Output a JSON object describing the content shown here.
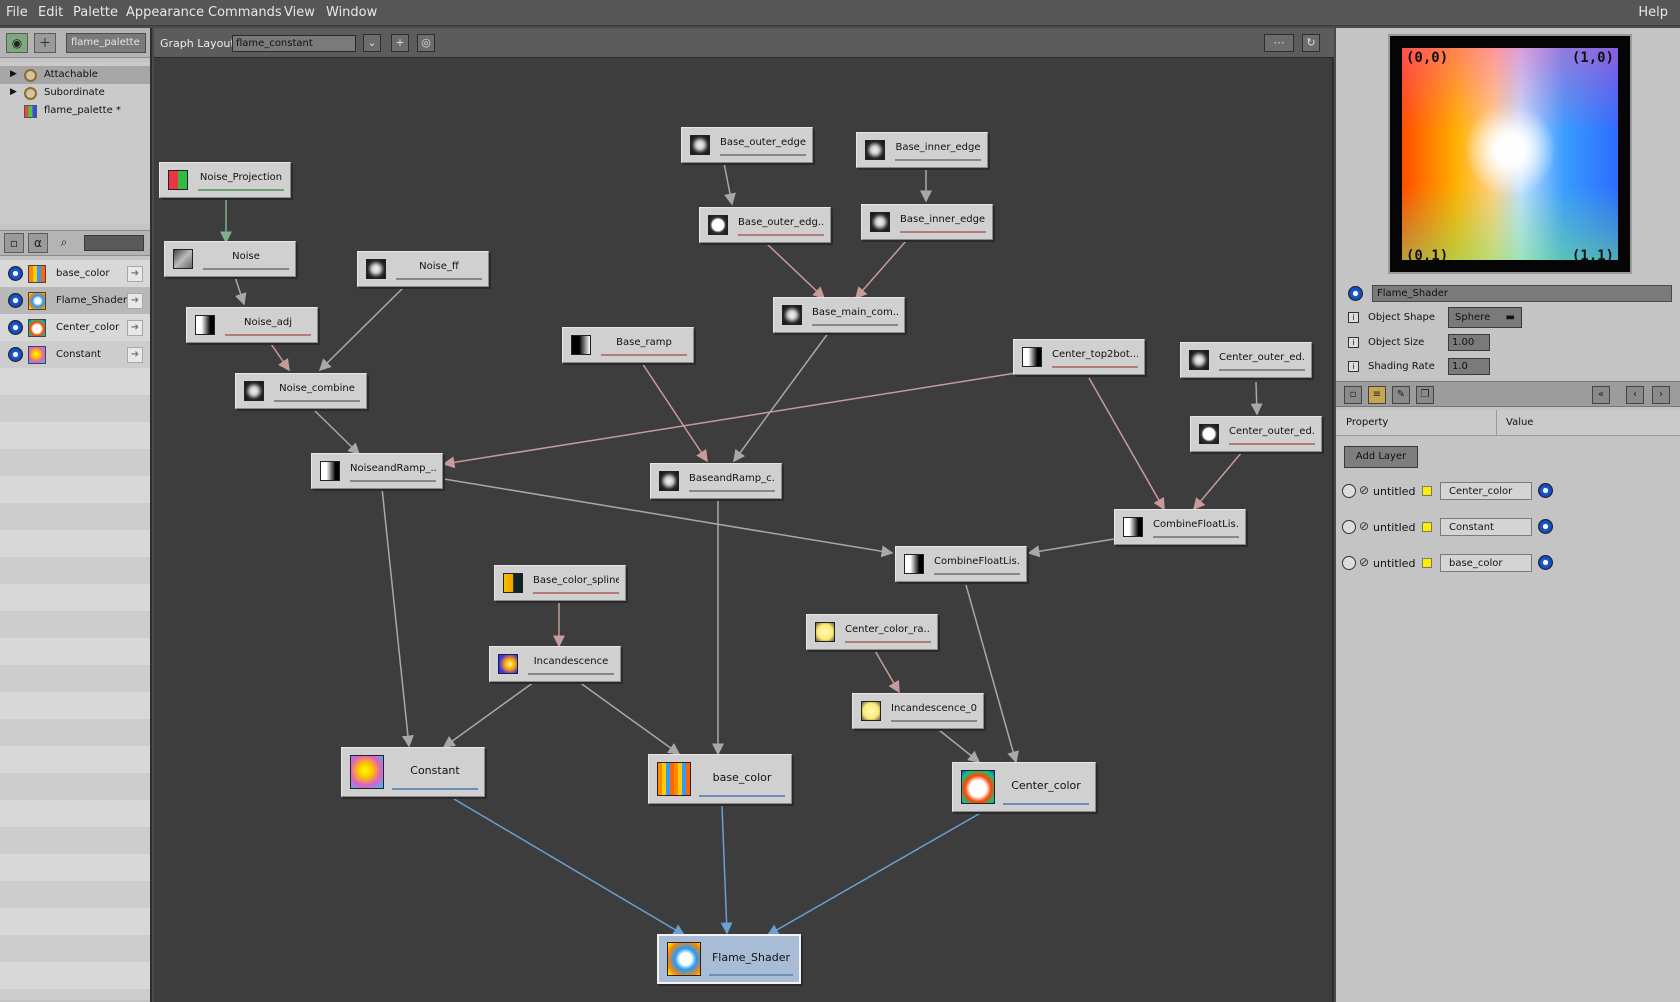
{
  "menubar": {
    "items": [
      "File",
      "Edit",
      "Palette",
      "Appearance",
      "Commands",
      "View",
      "Window"
    ],
    "help": "Help"
  },
  "left": {
    "palette_select": "flame_palette",
    "tree": [
      {
        "label": "Attachable",
        "icon": "gear-icon"
      },
      {
        "label": "Subordinate",
        "icon": "gear-icon"
      },
      {
        "label": "flame_palette *",
        "icon": "palette-icon"
      }
    ],
    "shaders": [
      {
        "label": "base_color"
      },
      {
        "label": "Flame_Shader"
      },
      {
        "label": "Center_color"
      },
      {
        "label": "Constant"
      }
    ]
  },
  "center": {
    "graph_layout_label": "Graph Layout",
    "layout_name": "flame_constant",
    "nodes": {
      "n01": "Noise_Projection",
      "n02": "Noise",
      "n03": "Noise_ff",
      "n04": "Noise_adj",
      "n05": "Noise_combine",
      "n06": "NoiseandRamp_...",
      "n07": "Base_outer_edge",
      "n08": "Base_inner_edge",
      "n09": "Base_outer_edg...",
      "n10": "Base_inner_edge...",
      "n11": "Base_main_com...",
      "n12": "Base_ramp",
      "n13": "BaseandRamp_c...",
      "n14": "Center_top2bot...",
      "n15": "Center_outer_ed...",
      "n16": "Center_outer_ed...",
      "n17": "CombineFloatLis...",
      "n18": "CombineFloatLis...",
      "n19": "Base_color_spline",
      "n20": "Incandescence",
      "n21": "Center_color_ra...",
      "n22": "Incandescence_0",
      "n23": "Constant",
      "n24": "base_color",
      "n25": "Center_color",
      "n26": "Flame_Shader"
    }
  },
  "right": {
    "corners": {
      "tl": "(0,0)",
      "tr": "(1,0)",
      "bl": "(0,1)",
      "br": "(1,1)"
    },
    "shader_name": "Flame_Shader",
    "object_shape_label": "Object Shape",
    "object_shape_value": "Sphere",
    "object_size_label": "Object Size",
    "object_size_value": "1.00",
    "shading_rate_label": "Shading Rate",
    "shading_rate_value": "1.0",
    "col_property": "Property",
    "col_value": "Value",
    "add_layer": "Add Layer",
    "layers": [
      {
        "name": "untitled",
        "value": "Center_color"
      },
      {
        "name": "untitled",
        "value": "Constant"
      },
      {
        "name": "untitled",
        "value": "base_color"
      }
    ]
  }
}
